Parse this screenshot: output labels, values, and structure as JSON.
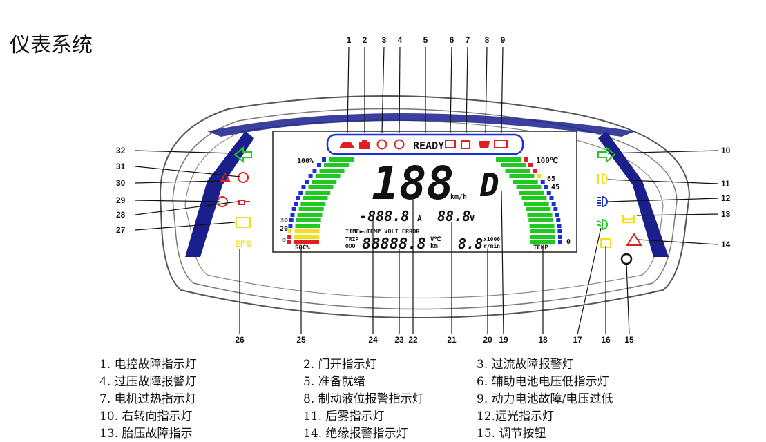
{
  "title": "仪表系统",
  "callouts_top": [
    "1",
    "2",
    "3",
    "4",
    "5",
    "6",
    "7",
    "8",
    "9"
  ],
  "callouts_left": [
    "32",
    "31",
    "30",
    "29",
    "28",
    "27"
  ],
  "callouts_right": [
    "10",
    "11",
    "12",
    "13",
    "14"
  ],
  "callouts_bottom": [
    "26",
    "25",
    "24",
    "23",
    "22",
    "21",
    "20",
    "19",
    "18",
    "17",
    "16",
    "15"
  ],
  "lcd": {
    "ready": "READY",
    "speed": "188",
    "speed_unit": "km/h",
    "gear": "D",
    "current": "-888.8",
    "current_unit": "A",
    "voltage": "88.8",
    "voltage_unit": "V",
    "soc_100": "100%",
    "soc_30": "30",
    "soc_20": "20",
    "soc_0": "0",
    "soc_label": "SOC%",
    "temp_100": "100℃",
    "temp_65": "65",
    "temp_45": "45",
    "temp_0": "0",
    "temp_label": "TEMP",
    "modes": "TIME▶◁TEMP VOLT ERROR",
    "trip": "TRIP",
    "odo": "ODO",
    "odo_value": "88888.8",
    "odo_unit_top": "V℃",
    "odo_unit_bottom": "km",
    "rpm_value": "8.8",
    "rpm_unit_top": "x1000",
    "rpm_unit_bottom": "r/min",
    "eps": "EPS"
  },
  "legend": [
    [
      "1.   电控故障指示灯",
      "2. 门开指示灯",
      "3. 过流故障报警灯"
    ],
    [
      "4.   过压故障报警灯",
      "5. 准备就绪",
      "6. 辅助电池电压低指示灯"
    ],
    [
      "7.   电机过热指示灯",
      "8. 制动液位报警指示灯",
      "9. 动力电池故障/电压过低"
    ],
    [
      "10. 右转向指示灯",
      "11. 后雾指示灯",
      "12.远光指示灯"
    ],
    [
      "13.    胎压故障指示",
      "14. 绝缘报警指示灯",
      "15. 调节按钮"
    ]
  ],
  "colors": {
    "green": "#22c822",
    "blue": "#1a2fd6",
    "red": "#e02020",
    "yellow": "#f0e020",
    "navy": "#1a1f8c"
  }
}
